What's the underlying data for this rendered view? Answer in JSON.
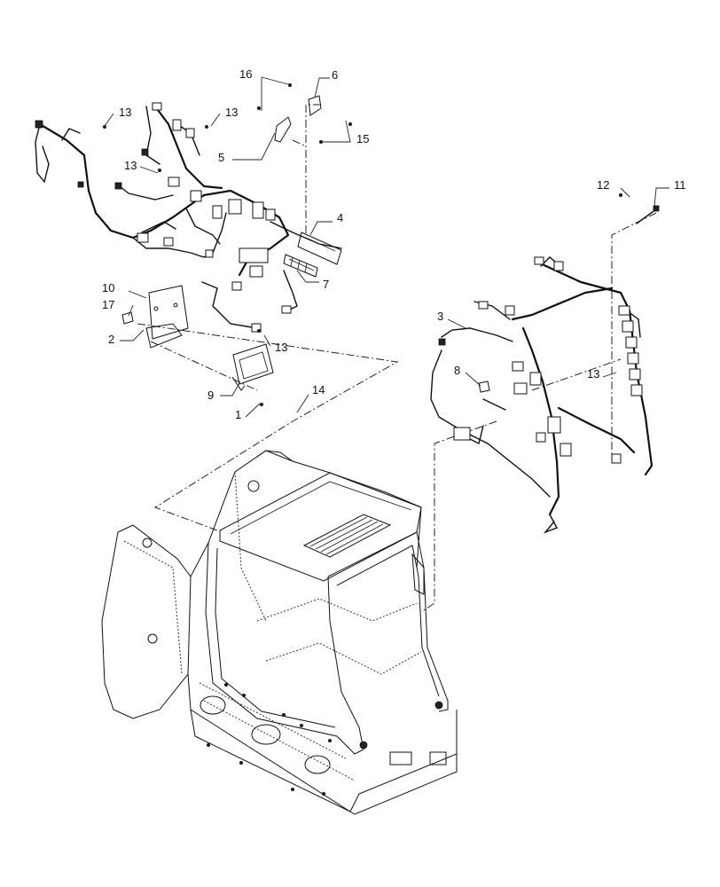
{
  "diagram": {
    "callouts": [
      {
        "id": "c16",
        "label": "16"
      },
      {
        "id": "c6",
        "label": "6"
      },
      {
        "id": "c13a",
        "label": "13"
      },
      {
        "id": "c13b",
        "label": "13"
      },
      {
        "id": "c13c",
        "label": "13"
      },
      {
        "id": "c5",
        "label": "5"
      },
      {
        "id": "c15",
        "label": "15"
      },
      {
        "id": "c4",
        "label": "4"
      },
      {
        "id": "c12",
        "label": "12"
      },
      {
        "id": "c11",
        "label": "11"
      },
      {
        "id": "c7",
        "label": "7"
      },
      {
        "id": "c10",
        "label": "10"
      },
      {
        "id": "c17",
        "label": "17"
      },
      {
        "id": "c2",
        "label": "2"
      },
      {
        "id": "c13d",
        "label": "13"
      },
      {
        "id": "c3",
        "label": "3"
      },
      {
        "id": "c8",
        "label": "8"
      },
      {
        "id": "c13e",
        "label": "13"
      },
      {
        "id": "c9",
        "label": "9"
      },
      {
        "id": "c14",
        "label": "14"
      },
      {
        "id": "c1",
        "label": "1"
      }
    ]
  }
}
